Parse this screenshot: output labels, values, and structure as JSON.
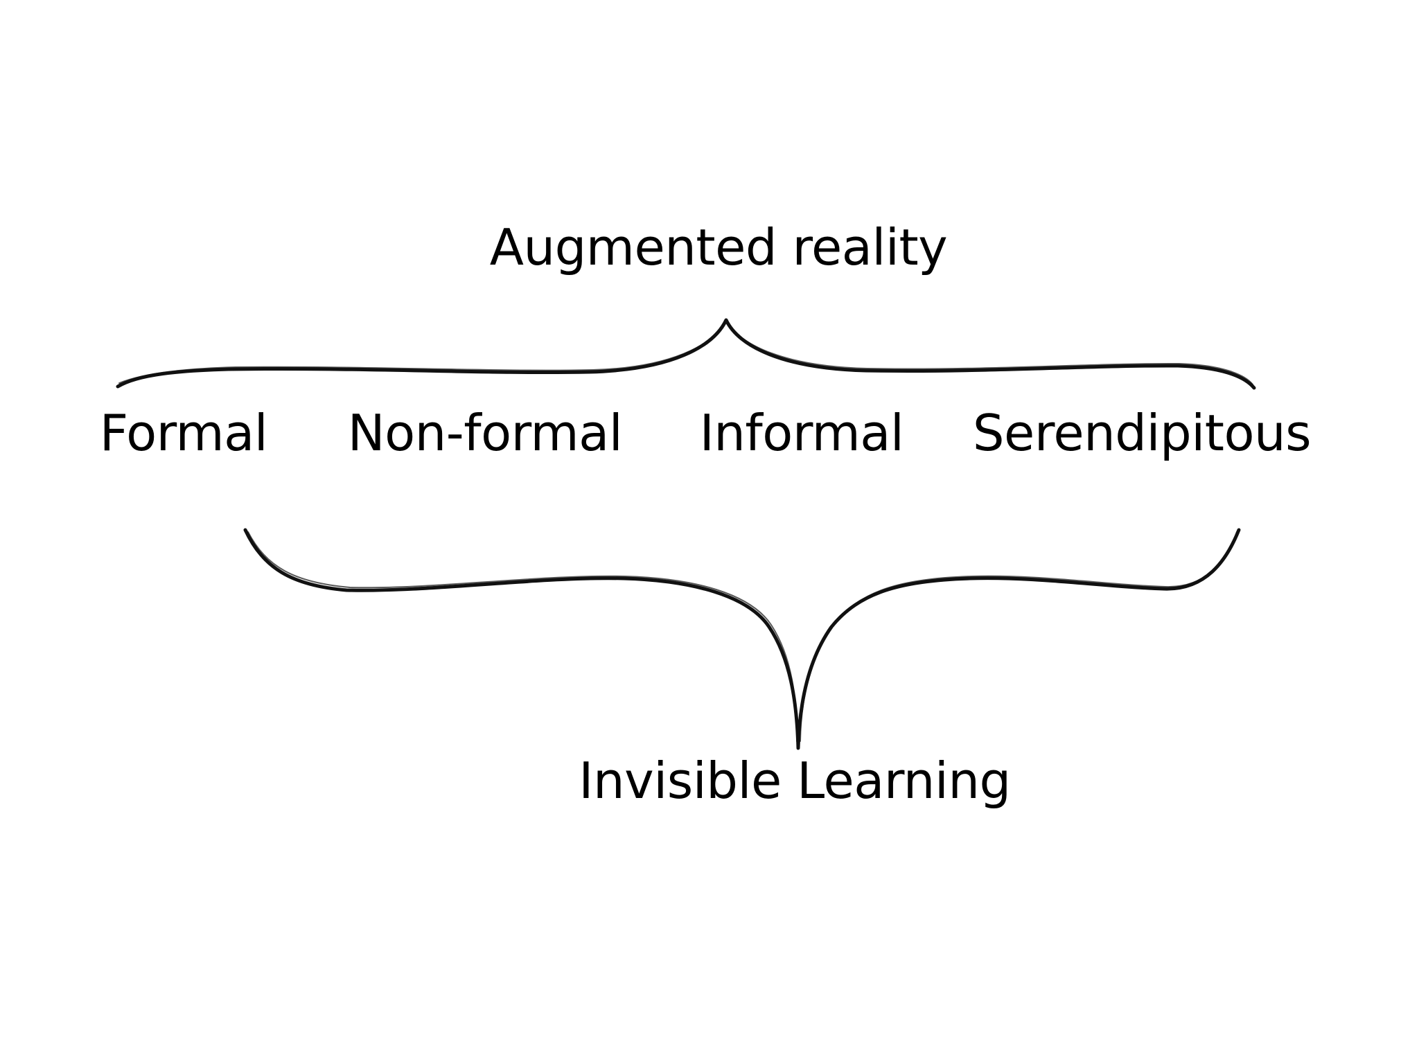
{
  "diagram": {
    "top_label": "Augmented reality",
    "categories": [
      "Formal",
      "Non-formal",
      "Informal",
      "Serendipitous"
    ],
    "bottom_label": "Invisible Learning",
    "colors": {
      "background": "#ffffff",
      "ink": "#111111"
    }
  }
}
